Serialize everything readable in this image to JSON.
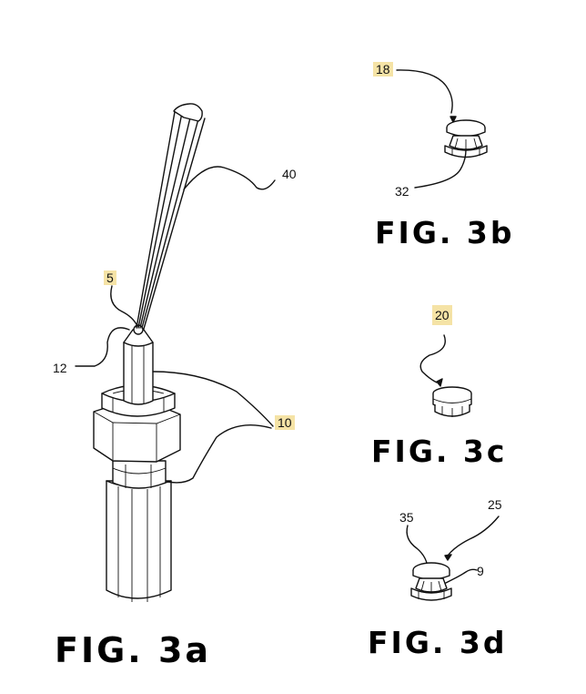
{
  "figures": {
    "fig3a": "FIG. 3a",
    "fig3b": "FIG. 3b",
    "fig3c": "FIG. 3c",
    "fig3d": "FIG. 3d"
  },
  "labels": {
    "l5": "5",
    "l9": "9",
    "l10": "10",
    "l12": "12",
    "l18": "18",
    "l20": "20",
    "l25": "25",
    "l32": "32",
    "l35": "35",
    "l40": "40"
  },
  "colors": {
    "highlight": "#f5e3a6",
    "ink": "#111111"
  }
}
